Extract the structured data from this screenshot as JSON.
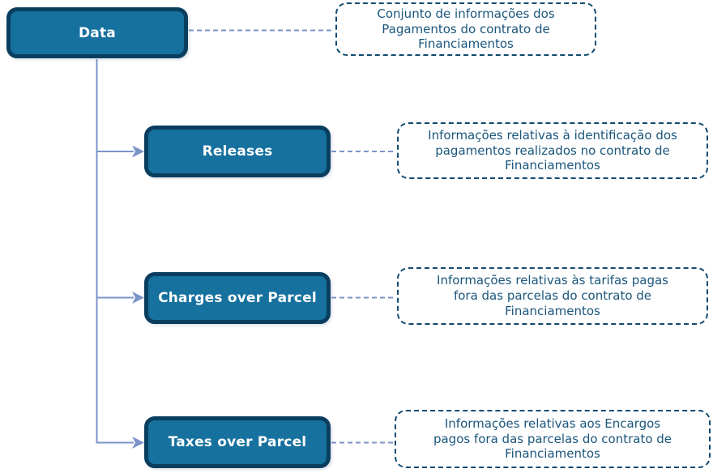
{
  "diagram": {
    "type": "mindmap",
    "root": {
      "label": "Data",
      "description": "Conjunto de informações dos\nPagamentos do contrato de\nFinanciamentos"
    },
    "children": [
      {
        "label": "Releases",
        "description": "Informações relativas à identificação dos\npagamentos realizados no contrato de\nFinanciamentos"
      },
      {
        "label": "Charges over Parcel",
        "description": "Informações relativas às tarifas pagas\nfora das parcelas do contrato de\nFinanciamentos"
      },
      {
        "label": "Taxes over Parcel",
        "description": "Informações relativas aos Encargos\npagos fora das parcelas do contrato de\nFinanciamentos"
      }
    ],
    "colors": {
      "background": "#ffffff",
      "node_fill": "#16719f",
      "node_border": "#0a3e5f",
      "node_text": "#ffffff",
      "connector": "#7b93c9",
      "annotation_border": "#0f4a70",
      "annotation_text": "#1a567c"
    }
  }
}
